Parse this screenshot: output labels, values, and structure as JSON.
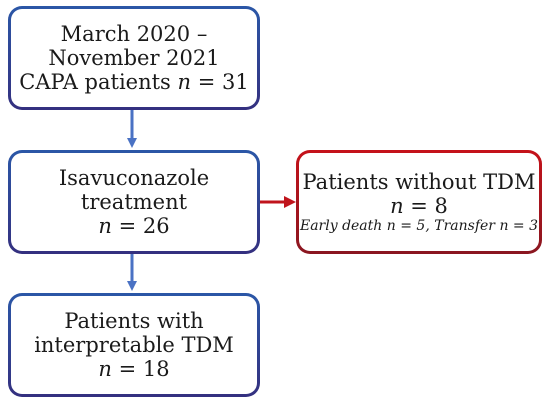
{
  "flow": {
    "box1": {
      "line1": "March 2020 –",
      "line2": "November 2021",
      "line3_prefix": "CAPA patients ",
      "line3_n": "n",
      "line3_suffix": " = 31"
    },
    "box2": {
      "line1": "Isavuconazole",
      "line2": "treatment",
      "line3_n": "n",
      "line3_suffix": " = 26"
    },
    "box3": {
      "line1": "Patients without TDM",
      "line2_n": "n",
      "line2_suffix": " = 8",
      "line3_a": "Early death ",
      "line3_a_n": "n",
      "line3_a_val": " = 5, Transfer ",
      "line3_b_n": "n",
      "line3_b_val": " = 3"
    },
    "box4": {
      "line1": "Patients with",
      "line2": "interpretable TDM",
      "line3_n": "n",
      "line3_suffix": " = 18"
    }
  },
  "colors": {
    "blue_arrow": "#4a72c4",
    "red_arrow": "#c0141c",
    "blue_border": "#2e4c8c",
    "red_border": "#b01420"
  }
}
